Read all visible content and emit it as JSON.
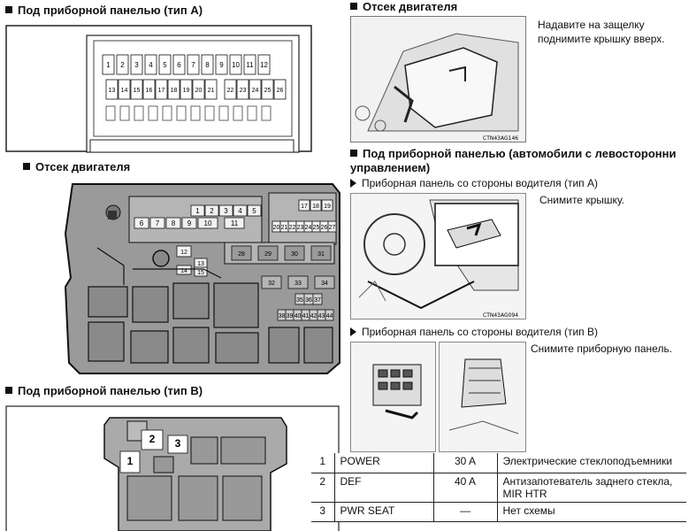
{
  "headings": {
    "dash_a": "Под приборной панелью (тип A)",
    "engine_left": "Отсек двигателя",
    "dash_b": "Под приборной панелью (тип B)",
    "engine_right": "Отсек двигателя",
    "dash_lhd": "Под приборной панелью (автомобили с левосторонни управлением)",
    "driver_a": "Приборная панель со стороны водителя (тип A)",
    "driver_b": "Приборная панель со стороны водителя (тип B)"
  },
  "instructions": {
    "engine_cover": "Надавите на защелку поднимите крышку вверх.",
    "remove_cover": "Снимите крышку.",
    "remove_panel": "Снимите приборную панель."
  },
  "captions": {
    "fig1": "CTN43AG146",
    "fig2": "CTN43AG094"
  },
  "dash_a_fuses": {
    "row1": [
      "1",
      "2",
      "3",
      "4",
      "5",
      "6",
      "7",
      "8",
      "9",
      "10",
      "11",
      "12"
    ],
    "row2": [
      "13",
      "14",
      "15",
      "16",
      "17",
      "18",
      "19",
      "20",
      "21",
      "22",
      "23",
      "24",
      "25",
      "26"
    ]
  },
  "engine_fuses": {
    "top_left_row1": [
      "1",
      "2",
      "3",
      "4",
      "5"
    ],
    "top_left_row2": [
      "6",
      "7",
      "8",
      "9",
      "10",
      "11"
    ],
    "mid_small": [
      "12",
      "13",
      "14",
      "15"
    ],
    "right_col": [
      "17",
      "18",
      "19"
    ],
    "right_row": [
      "20",
      "21",
      "22",
      "23",
      "24",
      "25",
      "26",
      "27"
    ],
    "long_row": [
      "28",
      "29",
      "30",
      "31"
    ],
    "lower_row": [
      "32",
      "33",
      "34"
    ],
    "bottom_row": [
      "35",
      "36",
      "37"
    ],
    "last_row": [
      "38",
      "39",
      "40",
      "41",
      "42",
      "43",
      "44"
    ]
  },
  "dash_b_fuses": [
    "1",
    "2",
    "3"
  ],
  "fuse_table": [
    {
      "num": "1",
      "name": "POWER",
      "amp": "30 A",
      "desc": "Электрические стеклоподъемники"
    },
    {
      "num": "2",
      "name": "DEF",
      "amp": "40 A",
      "desc": "Антизапотеватель заднего стекла, MIR HTR"
    },
    {
      "num": "3",
      "name": "PWR SEAT",
      "amp": "—",
      "desc": "Нет схемы"
    }
  ]
}
